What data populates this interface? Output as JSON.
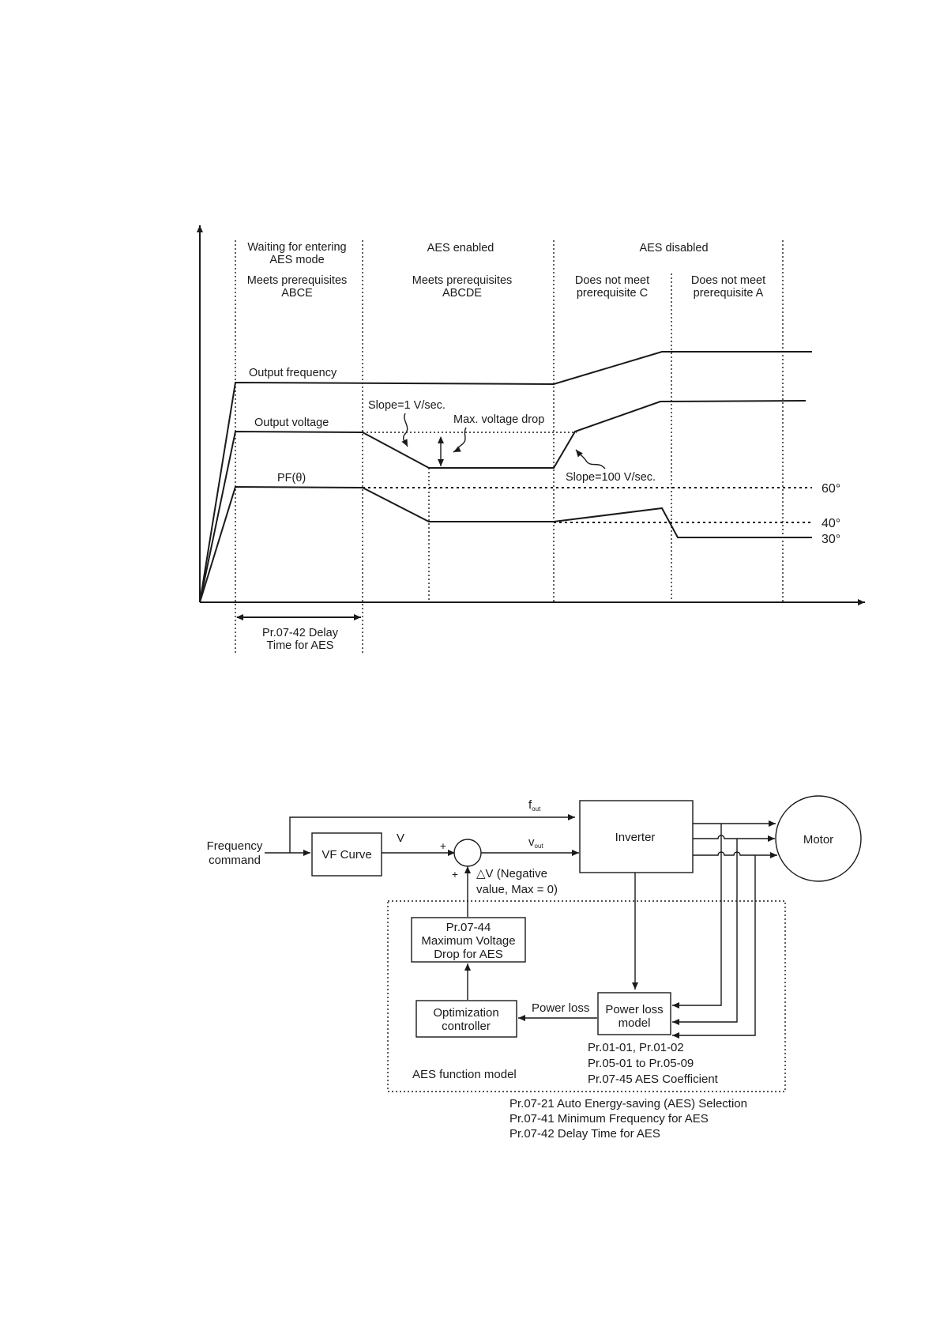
{
  "timing_chart": {
    "phases": {
      "waiting": "Waiting for entering",
      "waiting_2": "AES mode",
      "aes_enabled": "AES enabled",
      "aes_disabled": "AES disabled"
    },
    "prereqs": {
      "abce_1": "Meets prerequisites",
      "abce_2": "ABCE",
      "abcde_1": "Meets prerequisites",
      "abcde_2": "ABCDE",
      "not_c_1": "Does not meet",
      "not_c_2": "prerequisite C",
      "not_a_1": "Does not meet",
      "not_a_2": "prerequisite A"
    },
    "curves": {
      "output_frequency": "Output  frequency",
      "output_voltage": "Output voltage",
      "pf": "PF(θ)"
    },
    "annotations": {
      "slope_1": "Slope=1 V/sec.",
      "max_drop": "Max. voltage drop",
      "slope_100": "Slope=100 V/sec."
    },
    "angles": {
      "a60": "60°",
      "a40": "40°",
      "a30": "30°"
    },
    "delay": {
      "line1": "Pr.07-42 Delay",
      "line2": "Time for AES"
    }
  },
  "block_diagram": {
    "freq_cmd_1": "Frequency",
    "freq_cmd_2": "command",
    "vf_curve": "VF Curve",
    "v_label": "V",
    "plus_top": "+",
    "plus_left": "+",
    "fout_main": "f",
    "fout_sub": "out",
    "vout_main": "v",
    "vout_sub": "out",
    "inverter": "Inverter",
    "motor": "Motor",
    "delta_v_1": "△V (Negative",
    "delta_v_2": "value, Max = 0)",
    "pr0744_1": "Pr.07-44",
    "pr0744_2": "Maximum Voltage",
    "pr0744_3": "Drop for AES",
    "opt_1": "Optimization",
    "opt_2": "controller",
    "power_loss": "Power loss",
    "plm_1": "Power loss",
    "plm_2": "model",
    "params_1": "Pr.01-01, Pr.01-02",
    "params_2": "Pr.05-01 to Pr.05-09",
    "params_3": "Pr.07-45 AES Coefficient",
    "aes_model": "AES function model",
    "notes": [
      "Pr.07-21 Auto Energy-saving (AES) Selection",
      "Pr.07-41 Minimum Frequency for AES",
      "Pr.07-42 Delay Time for AES"
    ]
  }
}
